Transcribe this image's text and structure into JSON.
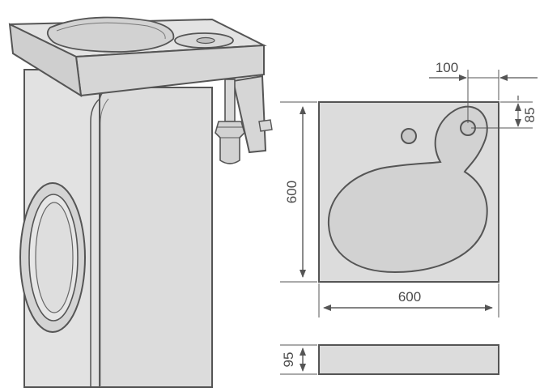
{
  "dimensions": {
    "top_width": "600",
    "top_depth": "600",
    "drain_offset_x": "100",
    "drain_offset_y": "85",
    "thickness": "95"
  },
  "colors": {
    "fill": "#dcdcdc",
    "stroke": "#555555",
    "background": "#ffffff"
  }
}
